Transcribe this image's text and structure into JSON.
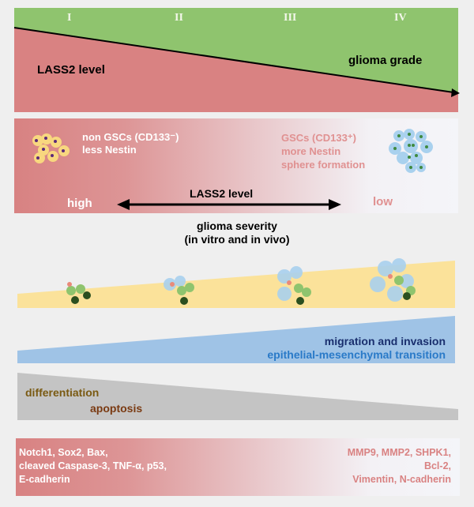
{
  "grade_panel": {
    "stages": [
      "I",
      "II",
      "III",
      "IV"
    ],
    "left_label": "LASS2 level",
    "right_label": "glioma grade"
  },
  "cell_panel": {
    "non_gsc": [
      "non GSCs (CD133⁻)",
      "less Nestin"
    ],
    "gsc": [
      "GSCs (CD133⁺)",
      "more Nestin",
      "sphere formation"
    ],
    "high": "high",
    "low": "low",
    "arrow_label": "LASS2 level"
  },
  "severity": {
    "line1": "glioma severity",
    "line2": "(in vitro and in vivo)"
  },
  "blue_wedge": {
    "line1": "migration and invasion",
    "line2": "epithelial-mesenchymal transition"
  },
  "gray_wedge": {
    "line1": "differentiation",
    "line2": "apoptosis"
  },
  "markers": {
    "left": [
      "Notch1, Sox2, Bax,",
      "cleaved Caspase-3, TNF-α, p53,",
      "E-cadherin"
    ],
    "right": [
      "MMP9, MMP2, SHPK1,",
      "Bcl-2,",
      "Vimentin, N-cadherin"
    ]
  },
  "colors": {
    "red": "#d98282",
    "green": "#8fc46e",
    "yellow": "#fbe29a",
    "blue": "#9fc3e6",
    "gray": "#c4c4c4"
  }
}
